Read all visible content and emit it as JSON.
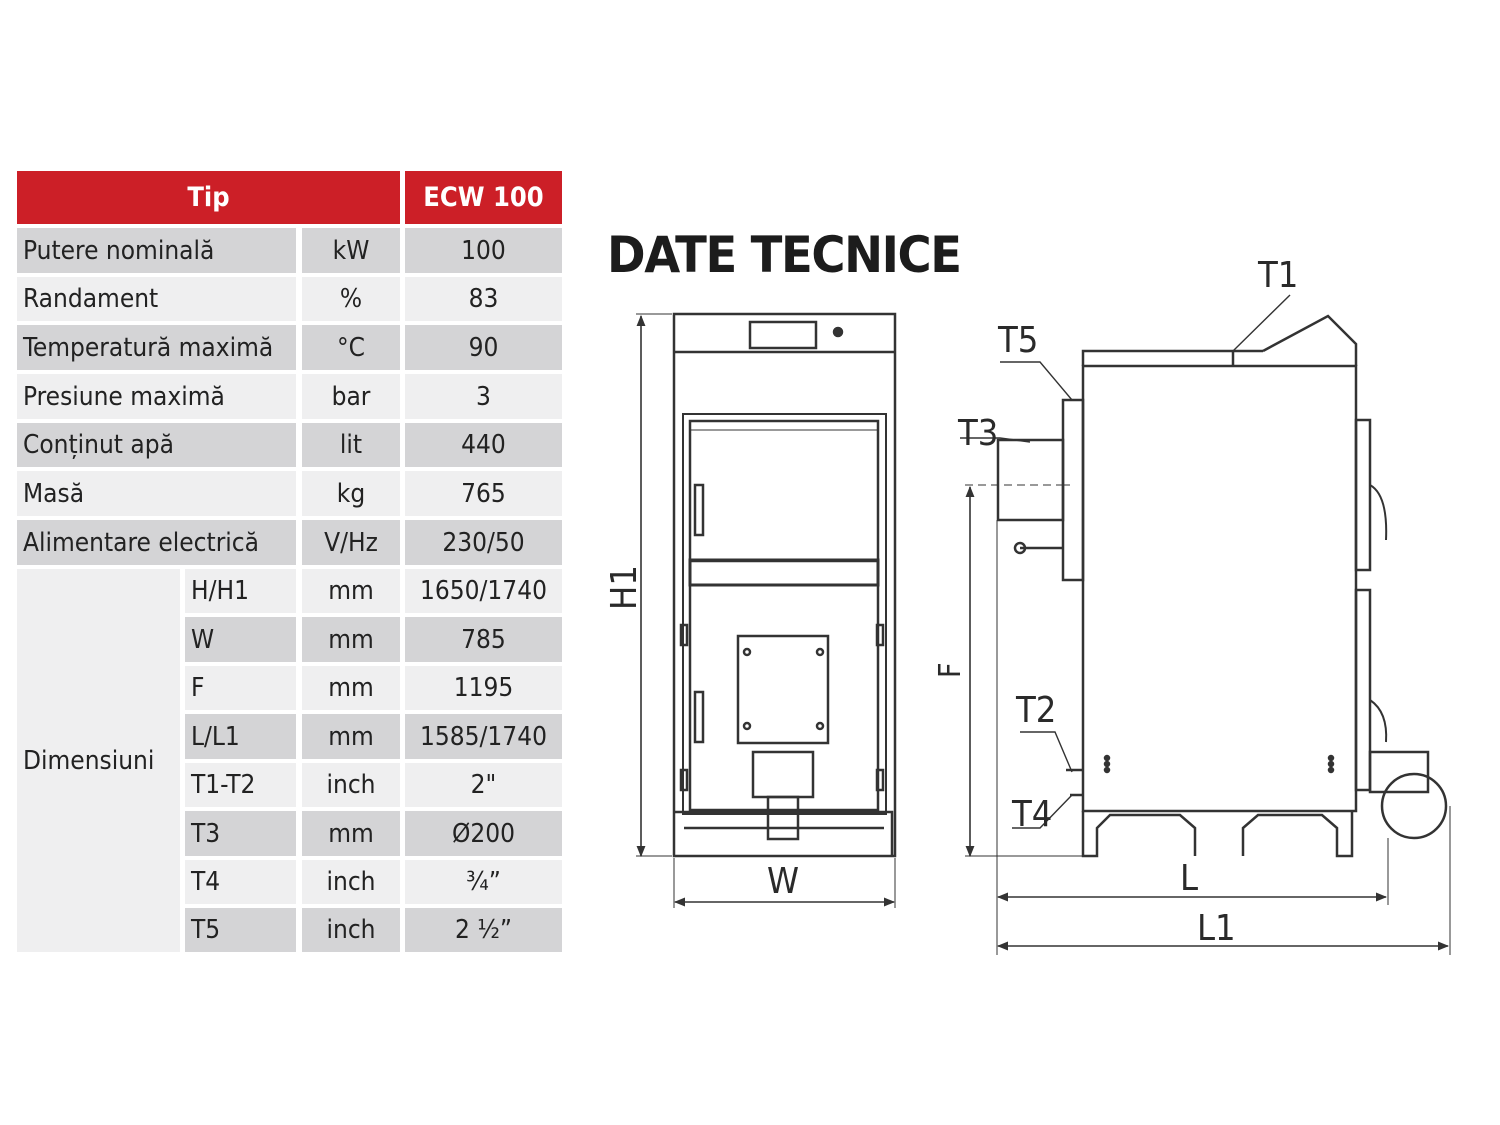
{
  "title": "DATE TECNICE",
  "table": {
    "header": {
      "type": "Tip",
      "model": "ECW 100"
    },
    "rows": [
      {
        "label": "Putere nominală",
        "unit": "kW",
        "value": "100"
      },
      {
        "label": "Randament",
        "unit": "%",
        "value": "83"
      },
      {
        "label": "Temperatură maximă",
        "unit": "°C",
        "value": "90"
      },
      {
        "label": "Presiune maximă",
        "unit": "bar",
        "value": "3"
      },
      {
        "label": "Conținut apă",
        "unit": "lit",
        "value": "440"
      },
      {
        "label": "Masă",
        "unit": "kg",
        "value": "765"
      },
      {
        "label": "Alimentare electrică",
        "unit": "V/Hz",
        "value": "230/50"
      }
    ],
    "dimensions": {
      "group_label": "Dimensiuni",
      "rows": [
        {
          "name": "H/H1",
          "unit": "mm",
          "value": "1650/1740"
        },
        {
          "name": "W",
          "unit": "mm",
          "value": "785"
        },
        {
          "name": "F",
          "unit": "mm",
          "value": "1195"
        },
        {
          "name": "L/L1",
          "unit": "mm",
          "value": "1585/1740"
        },
        {
          "name": "T1-T2",
          "unit": "inch",
          "value": "2\""
        },
        {
          "name": "T3",
          "unit": "mm",
          "value": "Ø200"
        },
        {
          "name": "T4",
          "unit": "inch",
          "value": "¾”"
        },
        {
          "name": "T5",
          "unit": "inch",
          "value": "2 ½”"
        }
      ]
    }
  },
  "drawing_labels": {
    "h1": "H1",
    "w": "W",
    "f": "F",
    "l": "L",
    "l1": "L1",
    "t1": "T1",
    "t2": "T2",
    "t3": "T3",
    "t4": "T4",
    "t5": "T5"
  },
  "colors": {
    "header_red": "#cc1f27",
    "row_dark": "#d4d4d6",
    "row_light": "#efeff0"
  }
}
